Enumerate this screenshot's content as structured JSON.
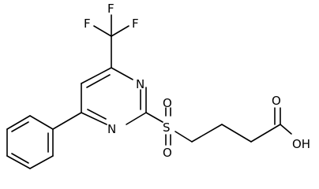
{
  "atoms": {
    "f_top": "F",
    "f_left": "F",
    "f_right": "F",
    "n_upper": "N",
    "n_lower": "N",
    "s": "S",
    "o_upper": "O",
    "o_lower": "O",
    "o_acid": "O",
    "oh": "OH"
  },
  "colors": {
    "line": "#000000",
    "text": "#000000",
    "background": "#ffffff"
  }
}
